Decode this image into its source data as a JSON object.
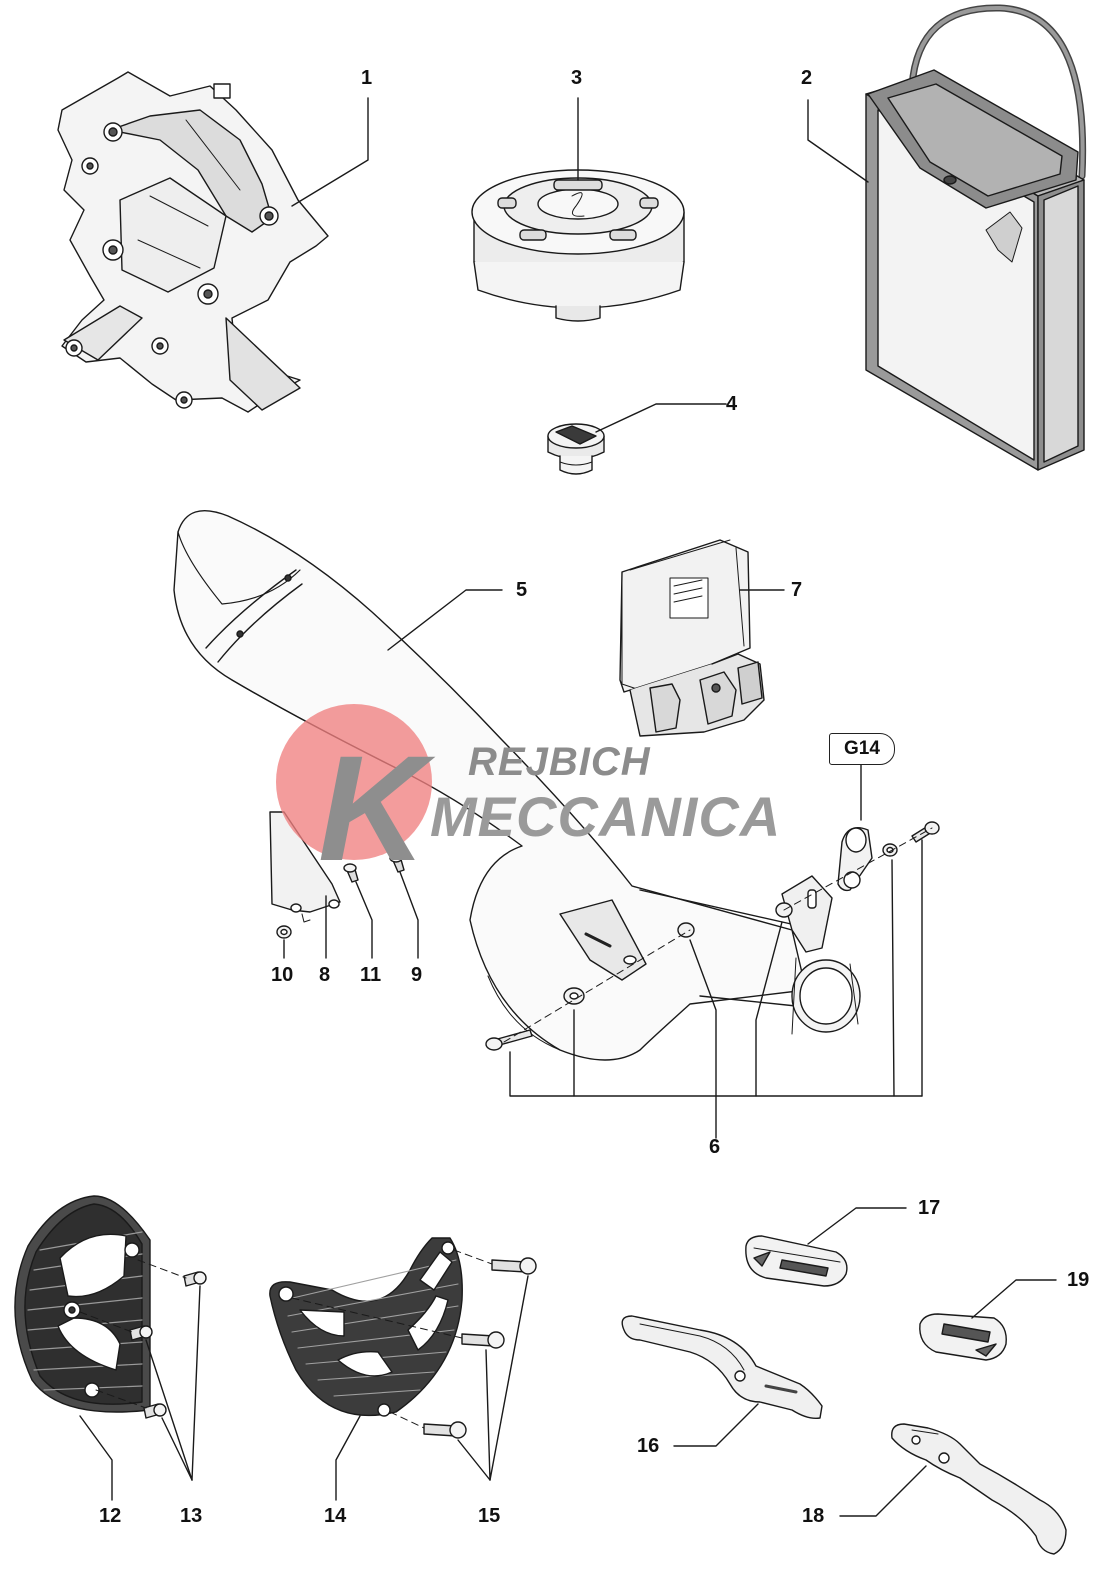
{
  "watermark": {
    "line1": "REJBICH",
    "line2": "MECCANICA",
    "initial": "K"
  },
  "reference_tag": "G14",
  "callouts": [
    {
      "id": "c1",
      "text": "1"
    },
    {
      "id": "c2",
      "text": "2"
    },
    {
      "id": "c3",
      "text": "3"
    },
    {
      "id": "c4",
      "text": "4"
    },
    {
      "id": "c5",
      "text": "5"
    },
    {
      "id": "c6",
      "text": "6"
    },
    {
      "id": "c7",
      "text": "7"
    },
    {
      "id": "c8",
      "text": "8"
    },
    {
      "id": "c9",
      "text": "9"
    },
    {
      "id": "c10",
      "text": "10"
    },
    {
      "id": "c11",
      "text": "11"
    },
    {
      "id": "c12",
      "text": "12"
    },
    {
      "id": "c13",
      "text": "13"
    },
    {
      "id": "c14",
      "text": "14"
    },
    {
      "id": "c15",
      "text": "15"
    },
    {
      "id": "c16",
      "text": "16"
    },
    {
      "id": "c17",
      "text": "17"
    },
    {
      "id": "c18",
      "text": "18"
    },
    {
      "id": "c19",
      "text": "19"
    }
  ],
  "colors": {
    "line": "#1a1a1a",
    "part_fill": "#f4f4f4",
    "shade": "#cfcfcf",
    "dark": "#3a3a3a",
    "watermark_red": "#f08080",
    "watermark_gray": "#8c8c8c"
  }
}
